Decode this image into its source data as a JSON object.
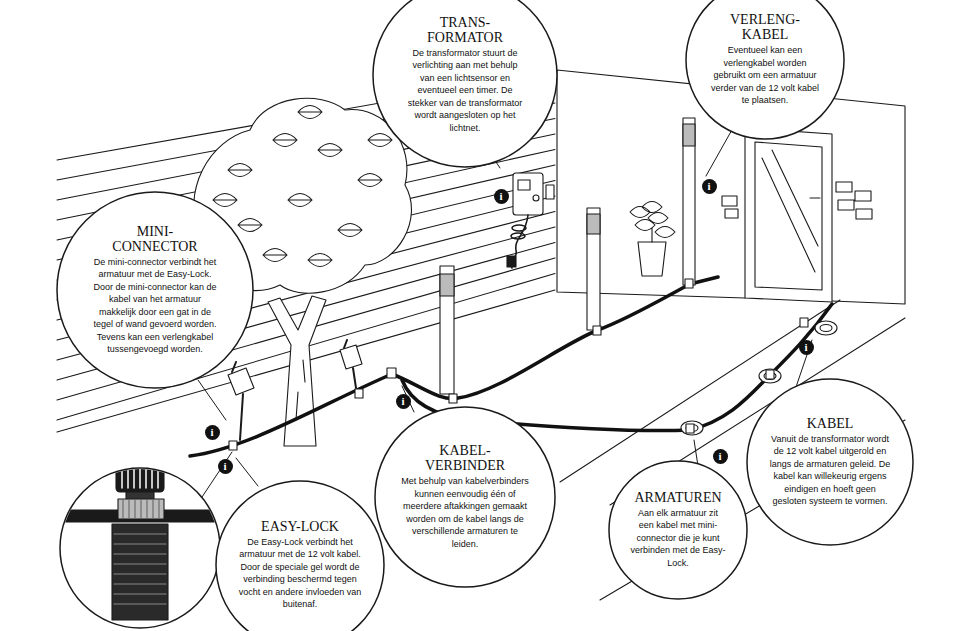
{
  "diagram": {
    "nodes": [
      {
        "text": [
          "TRANS- FORMATOR",
          "De transformator stuurt de verlichting aan met behulp van een lichtsensor en eventueel een timer. De stekker van de transformator wordt aangesloten op het lichtnet."
        ]
      },
      {
        "text": [
          "VERLENG- KABEL",
          "Eventueel kan een verlengkabel worden gebruikt om een armatuur verder van de 12 volt kabel te plaatsen."
        ]
      },
      {
        "text": [
          "MINI- CONNECTOR",
          "De mini-connector verbindt het armatuur met de Easy-Lock. Door de mini-connector kan de kabel van het armatuur makkelijk door een gat in de tegel of wand gevoerd worden. Tevens kan een verlengkabel tussengevoegd worden."
        ]
      },
      {
        "text": [
          "KABEL",
          "Vanuit de transformator wordt de 12 volt kabel uitgerold en langs de armaturen geleid. De kabel kan willekeurig ergens eindigen en hoeft geen gesloten systeem te vormen."
        ]
      },
      {
        "text": [
          "KABEL- VERBINDER",
          "Met behulp van kabelverbinders kunnen eenvoudig één of meerdere aftakkingen gemaakt worden om de kabel langs de verschillende armaturen te leiden."
        ]
      },
      {
        "text": [
          "ARMATUREN",
          "Aan elk armatuur zit een kabel met mini-connector die je kunt verbinden met de Easy-Lock."
        ]
      },
      {
        "text": [
          "EASY-LOCK",
          "De Easy-Lock verbindt het armatuur met de 12 volt kabel. Door de speciale gel wordt de verbinding beschermd tegen vocht en andere invloeden van buitenaf."
        ]
      }
    ],
    "labels": [
      "i",
      "i",
      "i",
      "i",
      "i",
      "i",
      "i"
    ]
  }
}
